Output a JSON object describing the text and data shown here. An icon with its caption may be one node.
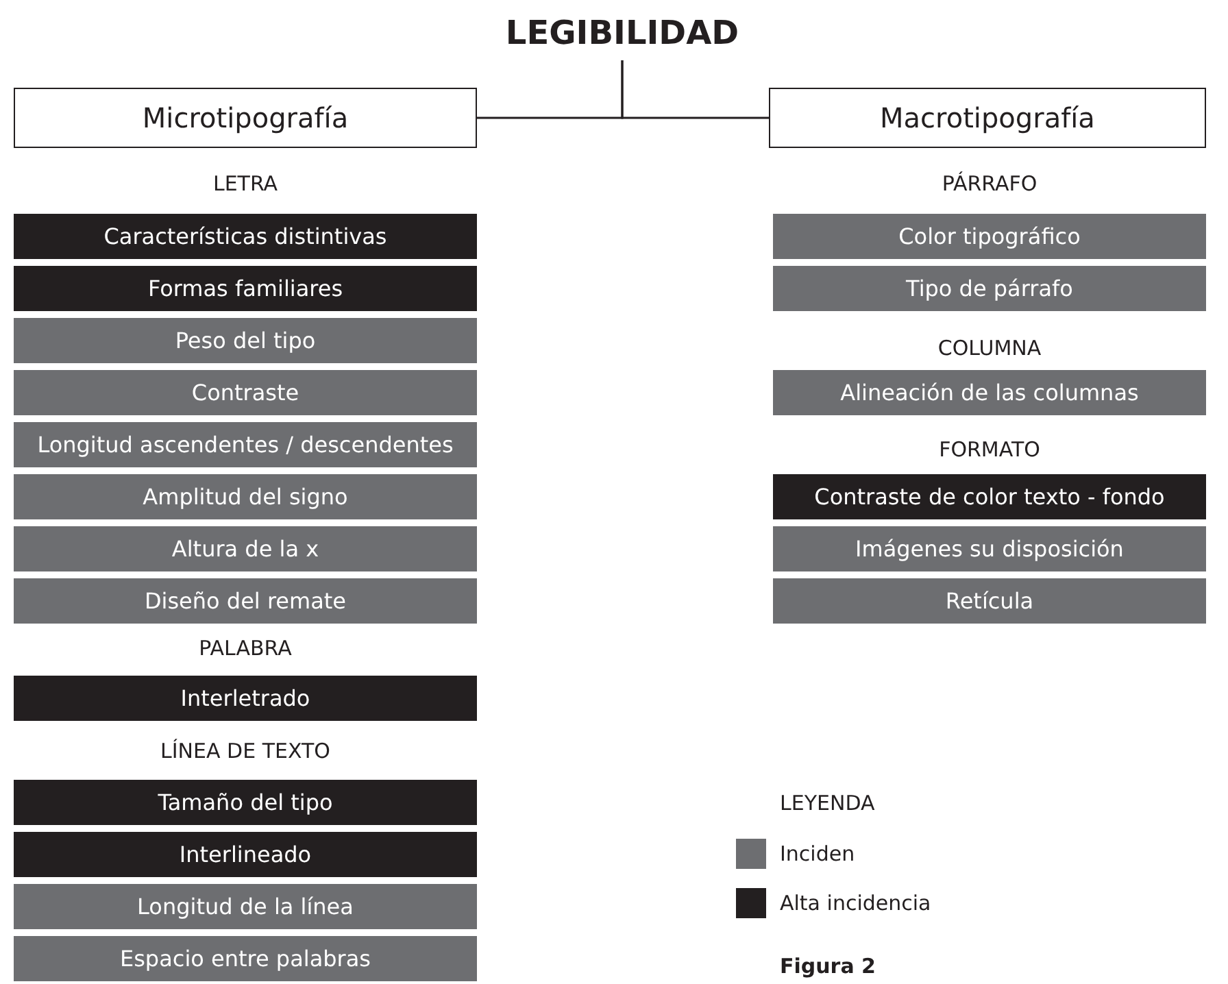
{
  "diagram": {
    "caption": "Figura 2",
    "nodes": [
      {
        "text": [
          "LEGIBILIDAD"
        ]
      },
      {
        "text": [
          "Microtipografía"
        ]
      },
      {
        "text": [
          "Macrotipografía"
        ]
      },
      {
        "text": [
          "Características distintivas"
        ]
      },
      {
        "text": [
          "Formas familiares"
        ]
      },
      {
        "text": [
          "Peso del tipo"
        ]
      },
      {
        "text": [
          "Contraste"
        ]
      },
      {
        "text": [
          "Longitud ascendentes / descendentes"
        ]
      },
      {
        "text": [
          "Amplitud del signo"
        ]
      },
      {
        "text": [
          "Altura de la x"
        ]
      },
      {
        "text": [
          "Diseño del remate"
        ]
      },
      {
        "text": [
          "Interletrado"
        ]
      },
      {
        "text": [
          "Tamaño del tipo"
        ]
      },
      {
        "text": [
          "Interlineado"
        ]
      },
      {
        "text": [
          "Longitud de la línea"
        ]
      },
      {
        "text": [
          "Espacio entre palabras"
        ]
      },
      {
        "text": [
          "Color tipográfico"
        ]
      },
      {
        "text": [
          "Tipo de párrafo"
        ]
      },
      {
        "text": [
          "Alineación de las columnas"
        ]
      },
      {
        "text": [
          "Contraste de color texto - fondo"
        ]
      },
      {
        "text": [
          "Imágenes su disposición"
        ]
      },
      {
        "text": [
          "Retícula"
        ]
      }
    ],
    "edges": [
      {
        "from": 0,
        "to": 1,
        "arrow": "none"
      },
      {
        "from": 0,
        "to": 2,
        "arrow": "none"
      }
    ],
    "labels": [
      "LETRA",
      "PÁRRAFO",
      "COLUMNA",
      "FORMATO",
      "PALABRA",
      "LÍNEA DE TEXTO",
      "LEYENDA"
    ],
    "legend": [
      {
        "text": "Inciden",
        "color": "#6d6e71"
      },
      {
        "text": "Alta incidencia",
        "color": "#231f20"
      }
    ]
  }
}
